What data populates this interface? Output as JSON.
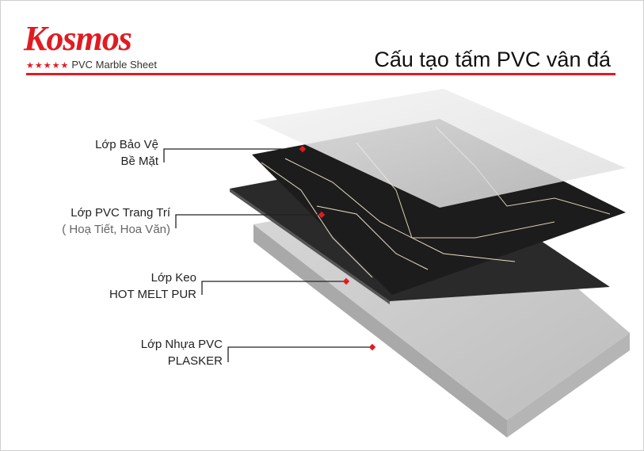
{
  "brand": {
    "name": "Kosmos",
    "stars": "★★★★★",
    "tagline": "PVC Marble Sheet"
  },
  "title": "Cấu tạo tấm PVC vân đá",
  "layers": [
    {
      "line1": "Lớp Bảo Vệ",
      "line2": "Bề Mặt"
    },
    {
      "line1": "Lớp PVC Trang Trí",
      "line2": "( Hoạ Tiết, Hoa Văn)"
    },
    {
      "line1": "Lớp Keo",
      "line2": "HOT MELT PUR"
    },
    {
      "line1": "Lớp Nhựa PVC",
      "line2": "PLASKER"
    }
  ],
  "colors": {
    "accent": "#e11b22",
    "adhesive": "#2a2a2a",
    "base": "#c9c9c9"
  }
}
